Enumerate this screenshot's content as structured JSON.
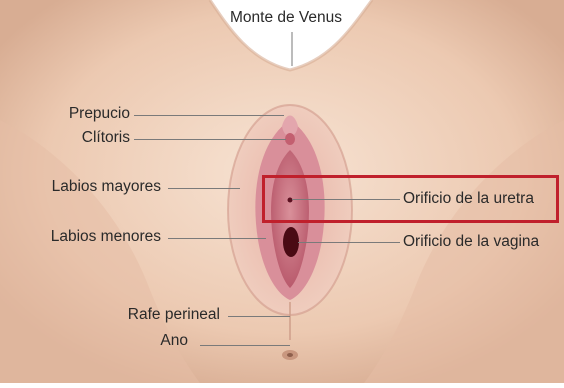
{
  "labels": {
    "monte": "Monte de Venus",
    "prepucio": "Prepucio",
    "clitoris": "Clítoris",
    "labios_mayores": "Labios mayores",
    "labios_menores": "Labios menores",
    "rafe": "Rafe perineal",
    "ano": "Ano",
    "uretra": "Orificio de la uretra",
    "vagina": "Orificio de la vagina"
  },
  "colors": {
    "skin": "#f2d8c4",
    "skin_shadow": "#d9b39a",
    "labia_outer": "#e9bfb1",
    "labia_inner": "#c9787f",
    "inner_dark": "#a8485a",
    "highlight_box": "#c0202c",
    "leader_line": "#7a7a7a"
  }
}
